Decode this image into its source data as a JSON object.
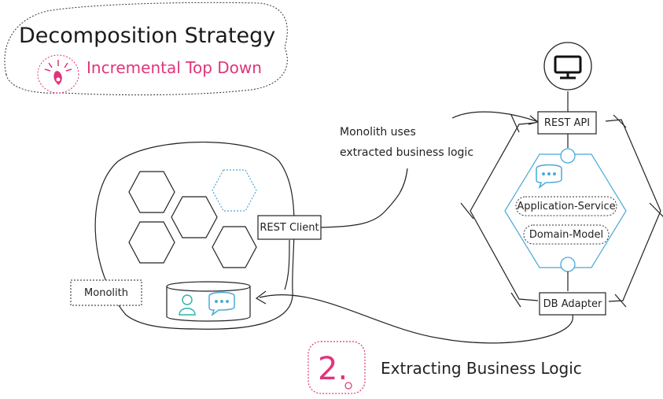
{
  "title": "Decomposition Strategy",
  "subtitle": "Incremental Top Down",
  "step_number": "2.",
  "step_title": "Extracting Business Logic",
  "annotation": [
    "Monolith uses",
    "extracted business logic"
  ],
  "labels": {
    "rest_api": "REST API",
    "rest_client": "REST Client",
    "monolith": "Monolith",
    "db_adapter": "DB Adapter",
    "application_service": "Application-Service",
    "domain_model": "Domain-Model"
  },
  "colors": {
    "accent": "#e0357a",
    "service_blue": "#4aa8d8",
    "ink": "#222222"
  },
  "icons": [
    "monitor-icon",
    "touch-icon",
    "chat-bubble-icon",
    "user-icon",
    "database-icon"
  ]
}
